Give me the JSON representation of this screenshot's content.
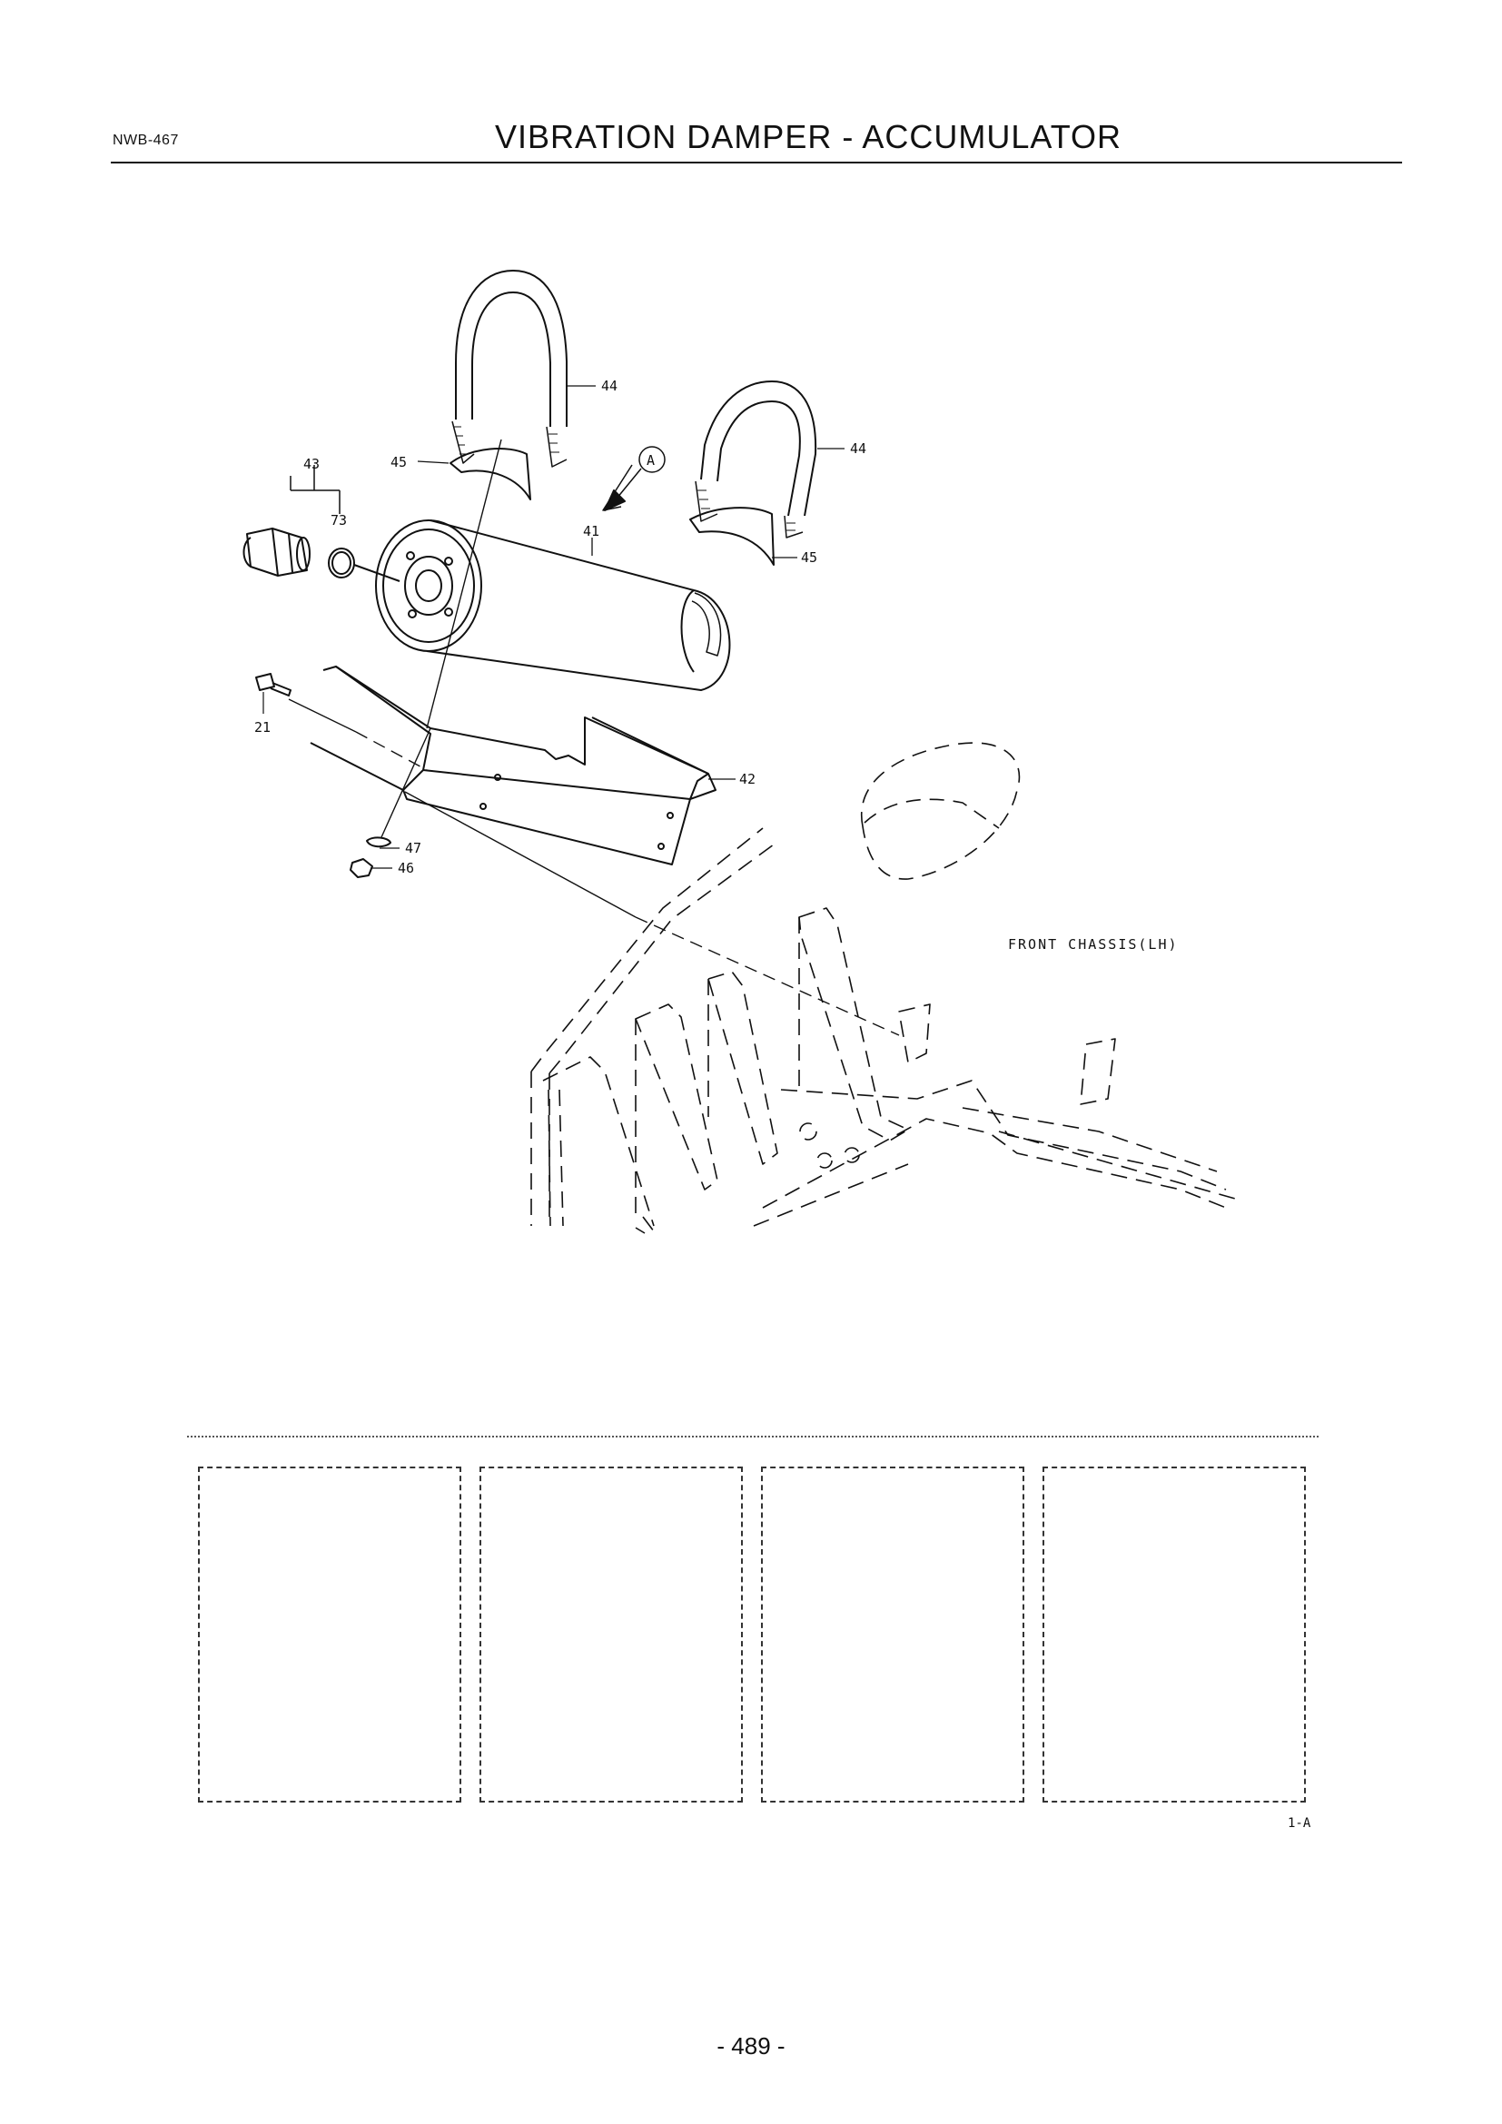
{
  "header": {
    "doc_code": "NWB-467",
    "title": "VIBRATION DAMPER - ACCUMULATOR"
  },
  "callouts": [
    {
      "id": "c44a",
      "text": "44"
    },
    {
      "id": "c44b",
      "text": "44"
    },
    {
      "id": "c45a",
      "text": "45"
    },
    {
      "id": "c45b",
      "text": "45"
    },
    {
      "id": "c43",
      "text": "43"
    },
    {
      "id": "c73",
      "text": "73"
    },
    {
      "id": "c41",
      "text": "41"
    },
    {
      "id": "c21",
      "text": "21"
    },
    {
      "id": "c42",
      "text": "42"
    },
    {
      "id": "c47",
      "text": "47"
    },
    {
      "id": "c46",
      "text": "46"
    }
  ],
  "view_marker": "A",
  "chassis_label": "FRONT CHASSIS(LH)",
  "view_reference": "1-A",
  "page_number": "- 489 -"
}
